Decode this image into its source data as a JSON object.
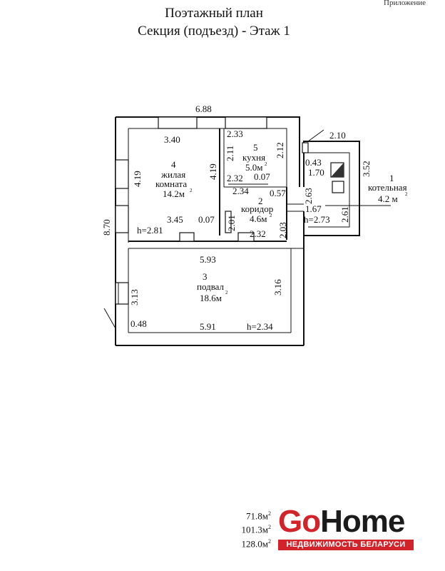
{
  "note": "Приложение",
  "header": {
    "title": "Поэтажный план",
    "subtitle": "Секция (подъезд) -   Этаж 1"
  },
  "plan": {
    "rooms": {
      "r1": {
        "num": "1",
        "name": "котельная",
        "area": "4.2 м",
        "sup": "2"
      },
      "r2": {
        "num": "2",
        "name": "коридор",
        "area": "4.6м",
        "sup": "2"
      },
      "r3": {
        "num": "3",
        "name": "подвал",
        "area": "18.6м",
        "sup": "2"
      },
      "r4": {
        "num": "4",
        "name1": "жилая",
        "name2": "комната",
        "area": "14.2м",
        "sup": "2"
      },
      "r5": {
        "num": "5",
        "name": "кухня",
        "area": "5.0м",
        "sup": "2"
      }
    },
    "dims": {
      "top_688": "6.88",
      "d_340": "3.40",
      "d_233": "2.33",
      "d_212": "2.12",
      "d_211": "2.11",
      "d_419a": "4.19",
      "d_419b": "4.19",
      "d_232a": "2.32",
      "d_007a": "0.07",
      "d_234": "2.34",
      "d_057": "0.57",
      "d_263": "2.63",
      "d_870": "8.70",
      "d_345": "3.45",
      "d_007b": "0.07",
      "d_201": "2.01",
      "d_232b": "2.32",
      "d_203": "2.03",
      "h_281": "h=2.81",
      "d_210": "2.10",
      "d_043": "0.43",
      "d_170": "1.70",
      "d_352": "3.52",
      "d_167": "1.67",
      "d_261": "2.61",
      "h_273": "h=2.73",
      "d_593": "5.93",
      "d_316": "3.16",
      "d_313": "3.13",
      "d_048": "0.48",
      "d_591": "5.91",
      "h_234": "h=2.34"
    }
  },
  "totals": [
    {
      "value": "71.8м",
      "sup": "2"
    },
    {
      "value": "101.3м",
      "sup": "2"
    },
    {
      "value": "128.0м",
      "sup": "2"
    }
  ],
  "logo": {
    "go": "Go",
    "home": "Home",
    "tagline": "НЕДВИЖИМОСТЬ БЕЛАРУСИ",
    "accent": "#d2232a"
  }
}
